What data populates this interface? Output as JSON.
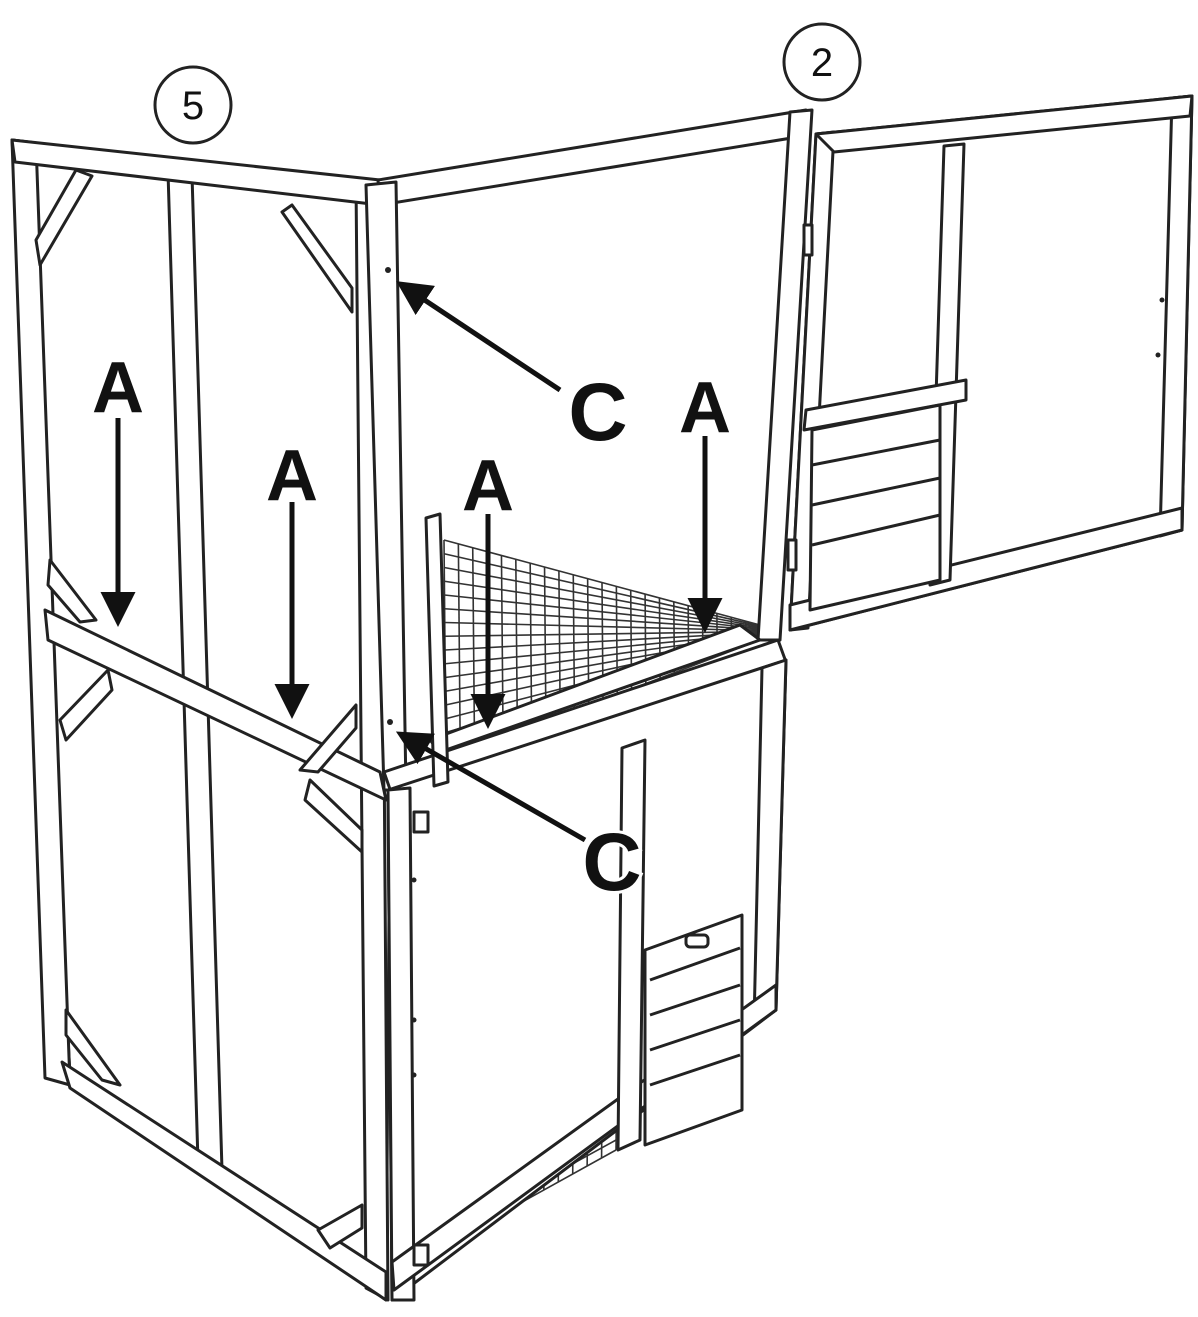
{
  "diagram": {
    "panel_numbers": {
      "left_panel": "5",
      "door_panel": "2"
    },
    "callouts": {
      "a_label": "A",
      "c_label": "C"
    }
  },
  "colors": {
    "line": "#222222",
    "background": "#ffffff",
    "mesh": "#333333"
  }
}
